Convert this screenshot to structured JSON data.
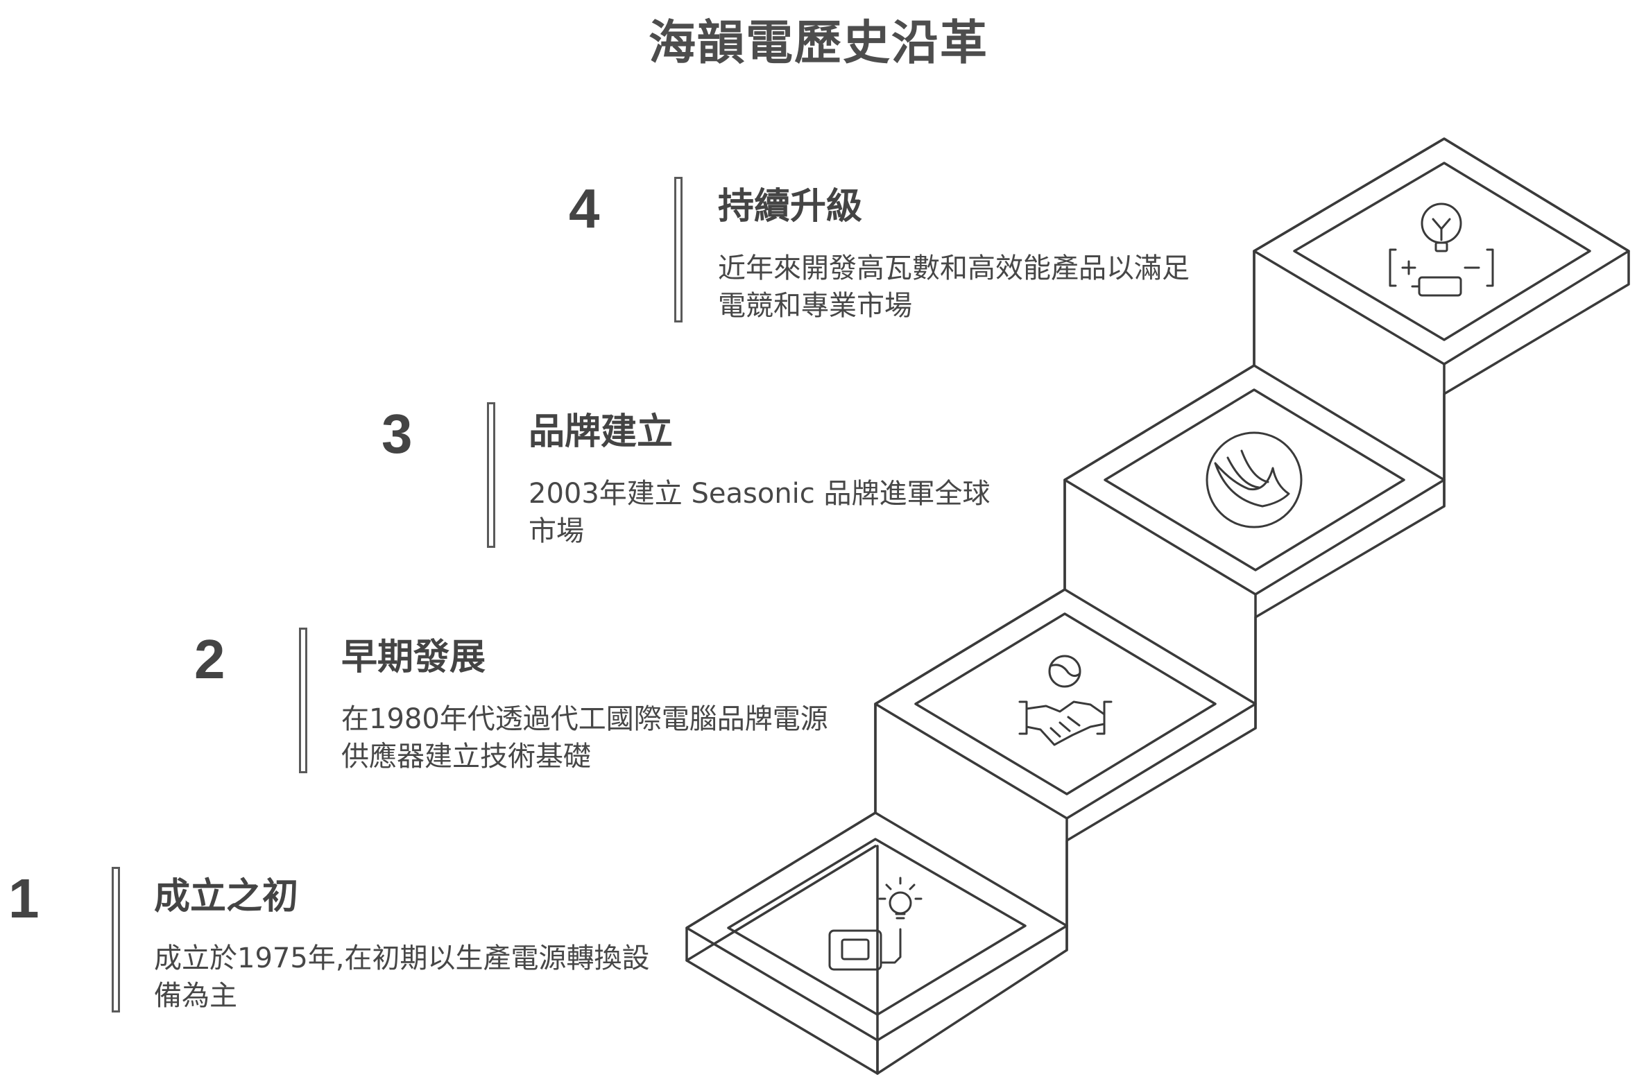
{
  "title": "海韻電歷史沿革",
  "steps": [
    {
      "number": "1",
      "heading": "成立之初",
      "description": "成立於1975年,在初期以生產電源轉換設備為主",
      "icon": "power-supply-bulb-icon"
    },
    {
      "number": "2",
      "heading": "早期發展",
      "description": "在1980年代透過代工國際電腦品牌電源供應器建立技術基礎",
      "icon": "global-handshake-icon"
    },
    {
      "number": "3",
      "heading": "品牌建立",
      "description": "2003年建立 Seasonic 品牌進軍全球市場",
      "icon": "seasonic-swift-logo-icon"
    },
    {
      "number": "4",
      "heading": "持續升級",
      "description": "近年來開發高瓦數和高效能產品以滿足電競和專業市場",
      "icon": "bulb-battery-icon"
    }
  ],
  "colors": {
    "text": "#474747",
    "line": "#3a3a3a",
    "background": "#ffffff"
  }
}
